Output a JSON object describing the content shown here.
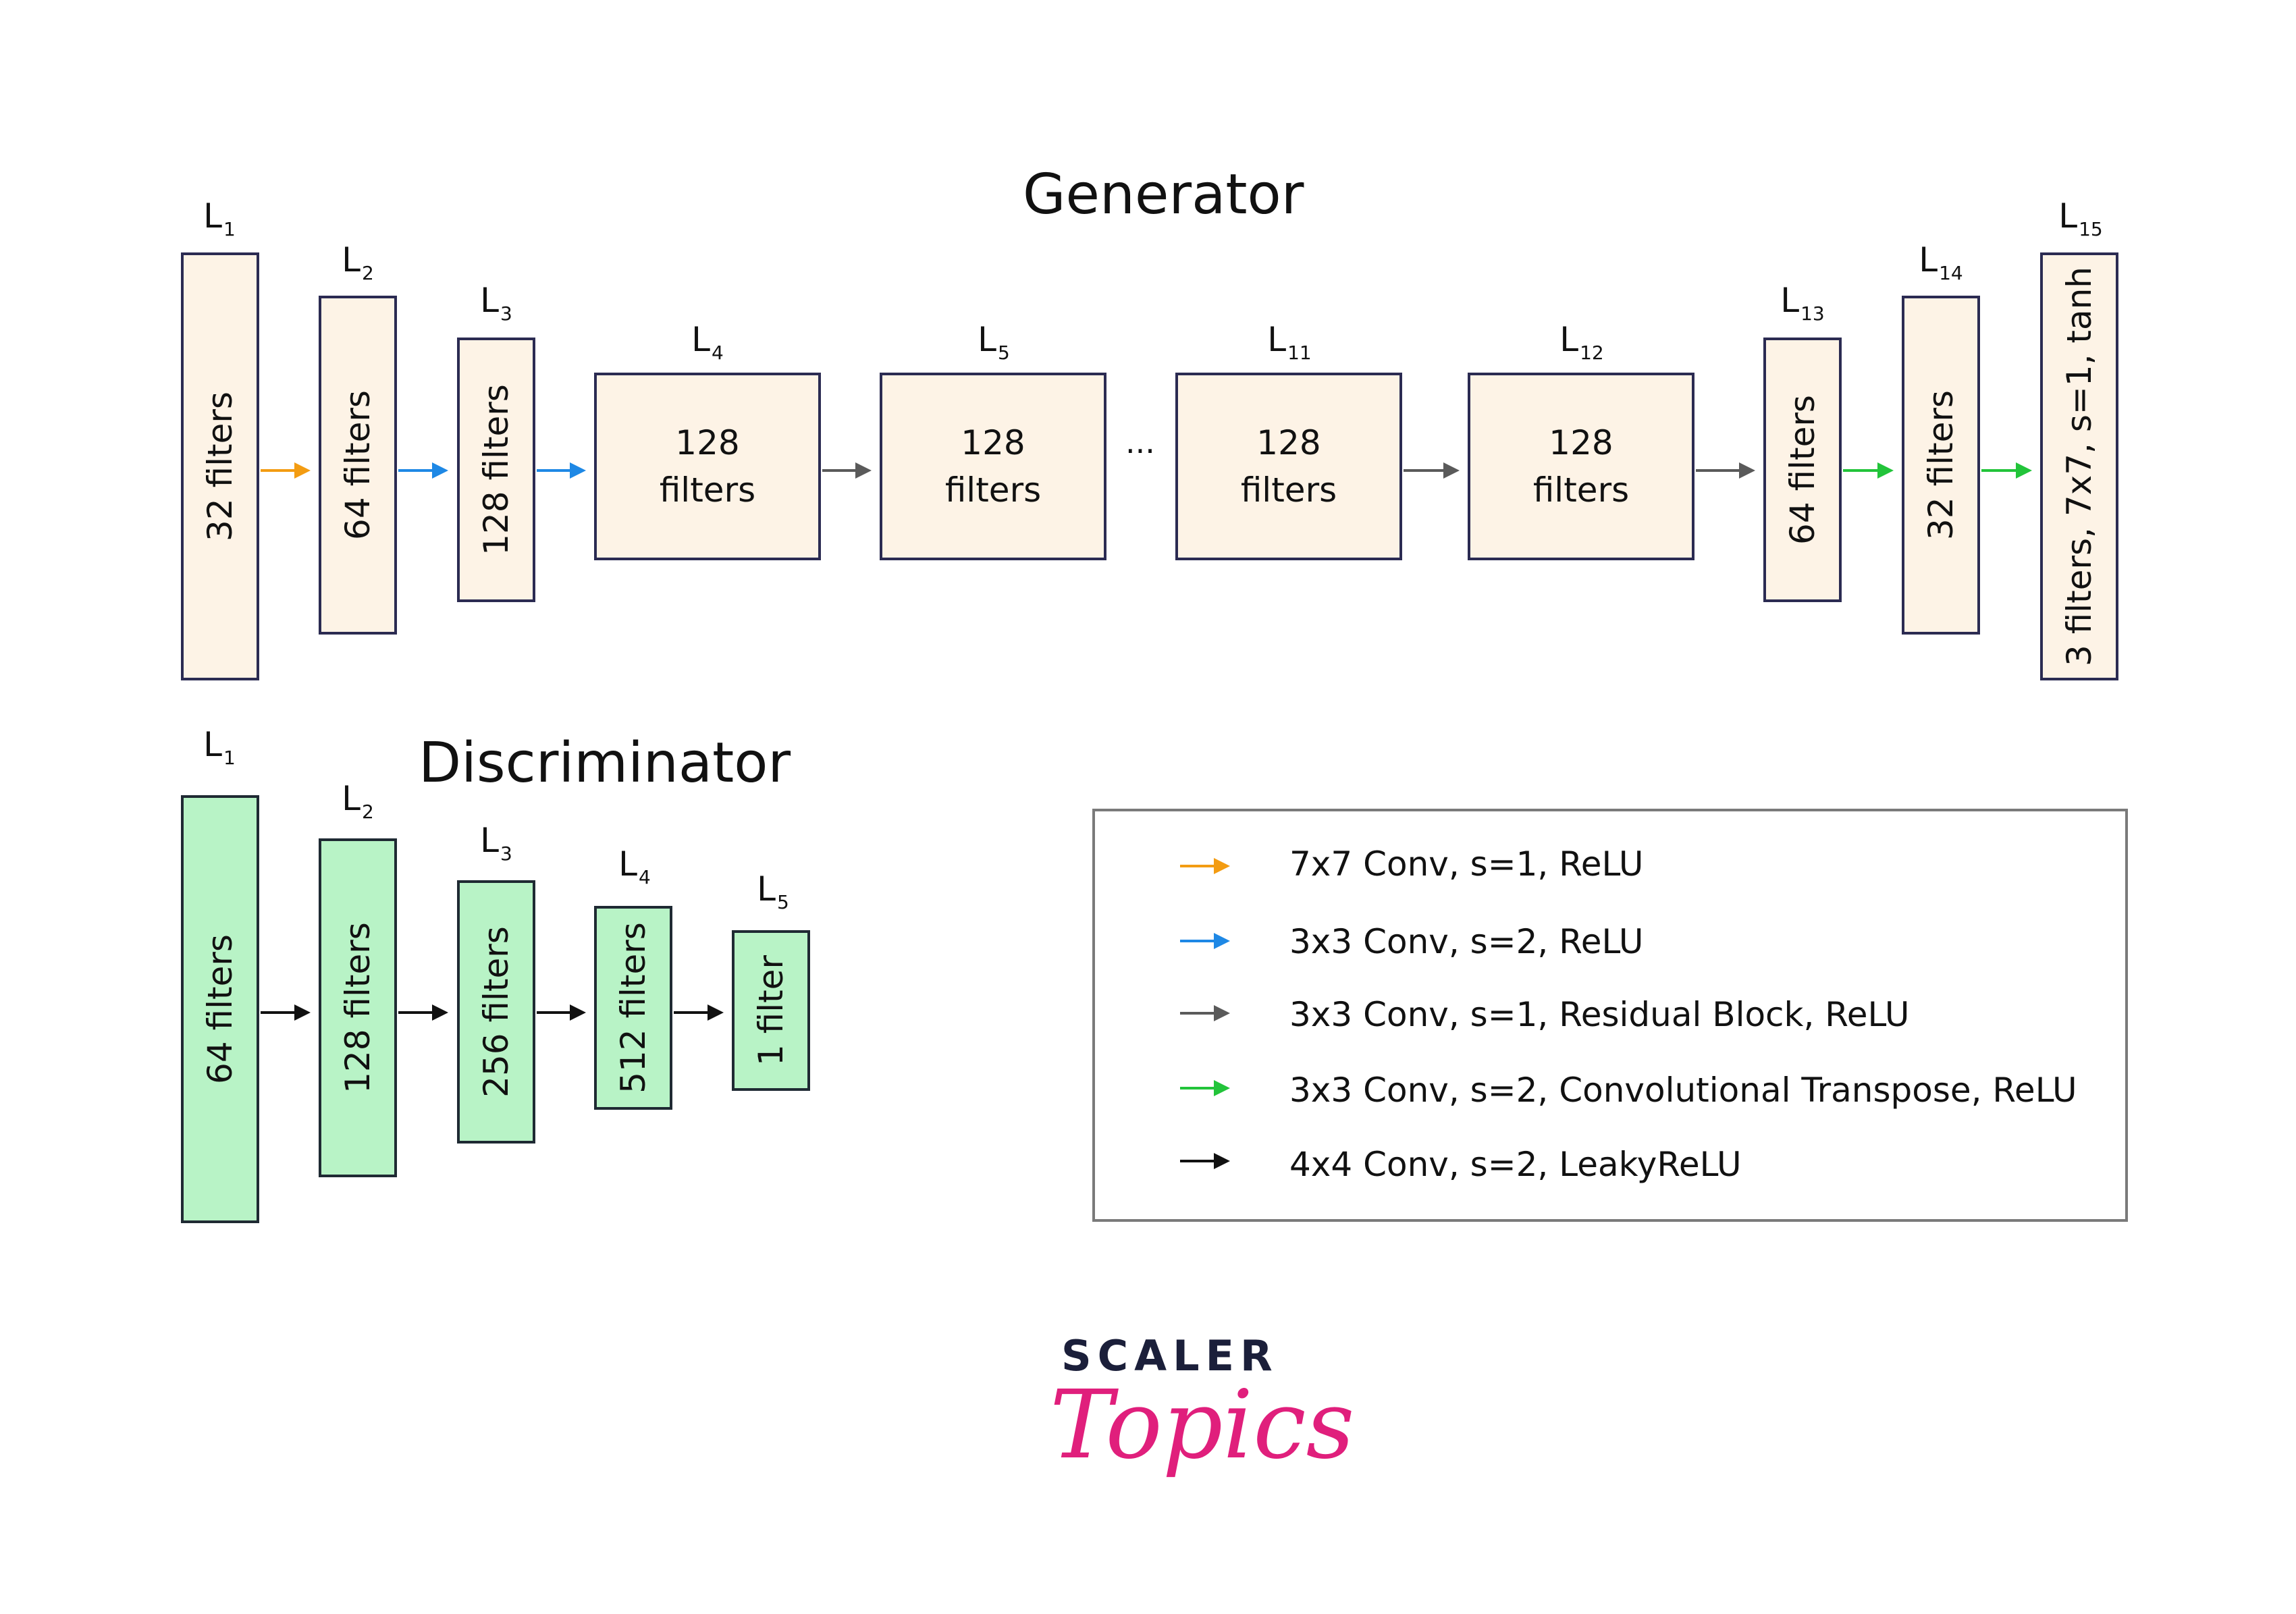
{
  "generator": {
    "title": "Generator",
    "layers": [
      {
        "label": "L",
        "sub": "1",
        "text": "32 filters"
      },
      {
        "label": "L",
        "sub": "2",
        "text": "64 filters"
      },
      {
        "label": "L",
        "sub": "3",
        "text": "128 filters"
      },
      {
        "label": "L",
        "sub": "4",
        "line1": "128",
        "line2": "filters"
      },
      {
        "label": "L",
        "sub": "5",
        "line1": "128",
        "line2": "filters"
      },
      {
        "label": "L",
        "sub": "11",
        "line1": "128",
        "line2": "filters"
      },
      {
        "label": "L",
        "sub": "12",
        "line1": "128",
        "line2": "filters"
      },
      {
        "label": "L",
        "sub": "13",
        "text": "64 filters"
      },
      {
        "label": "L",
        "sub": "14",
        "text": "32 filters"
      },
      {
        "label": "L",
        "sub": "15",
        "text": "3 filters, 7x7, s=1, tanh"
      }
    ],
    "ellipsis": "..."
  },
  "discriminator": {
    "title": "Discriminator",
    "layers": [
      {
        "label": "L",
        "sub": "1",
        "text": "64 filters"
      },
      {
        "label": "L",
        "sub": "2",
        "text": "128 filters"
      },
      {
        "label": "L",
        "sub": "3",
        "text": "256 filters"
      },
      {
        "label": "L",
        "sub": "4",
        "text": "512 filters"
      },
      {
        "label": "L",
        "sub": "5",
        "text": "1 filter"
      }
    ]
  },
  "legend": {
    "items": [
      {
        "text": "7x7 Conv, s=1, ReLU",
        "color": "#f39c12"
      },
      {
        "text": "3x3 Conv, s=2, ReLU",
        "color": "#1e88e5"
      },
      {
        "text": "3x3 Conv, s=1, Residual Block, ReLU",
        "color": "#5a5a5a"
      },
      {
        "text": "3x3 Conv, s=2, Convolutional Transpose, ReLU",
        "color": "#22c43a"
      },
      {
        "text": "4x4 Conv, s=2, LeakyReLU",
        "color": "#111111"
      }
    ]
  },
  "logo": {
    "line1": "SCALER",
    "line2": "Topics"
  }
}
